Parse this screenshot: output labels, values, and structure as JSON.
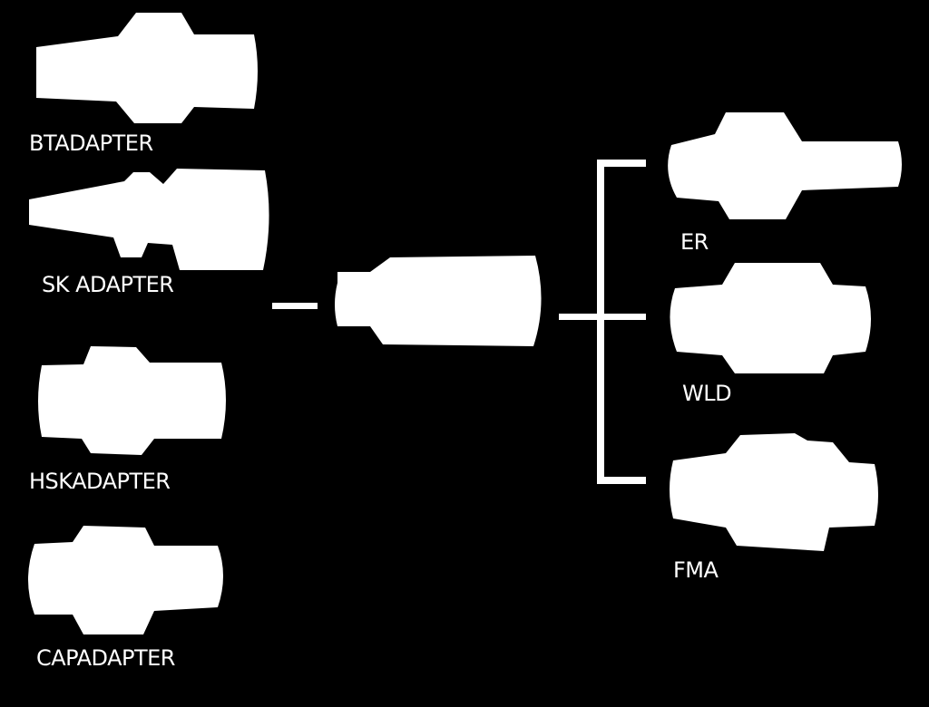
{
  "colors": {
    "background": "#000000",
    "foreground": "#ffffff"
  },
  "adapters_left": [
    {
      "label": "BTADAPTER",
      "icon": "bt-adapter-icon"
    },
    {
      "label": "SK ADAPTER",
      "icon": "sk-adapter-icon"
    },
    {
      "label": "HSKADAPTER",
      "icon": "hsk-adapter-icon"
    },
    {
      "label": "CAPADAPTER",
      "icon": "cap-adapter-icon"
    }
  ],
  "center": {
    "icon": "base-holder-icon"
  },
  "collets_right": [
    {
      "label": "ER",
      "icon": "er-collet-icon"
    },
    {
      "label": "WLD",
      "icon": "wld-collet-icon"
    },
    {
      "label": "FMA",
      "icon": "fma-collet-icon"
    }
  ]
}
